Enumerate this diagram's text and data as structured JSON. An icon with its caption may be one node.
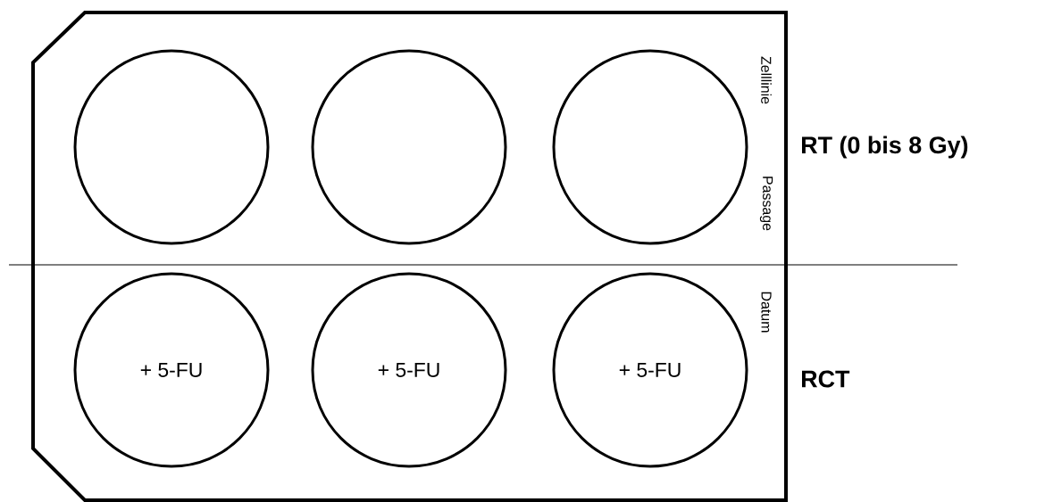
{
  "diagram": {
    "nodes": [
      {
        "text": [
          "Zelllinie",
          "Passage",
          "Datum"
        ]
      },
      {
        "text": [],
        "shape": "circle",
        "in": 0
      },
      {
        "text": [],
        "shape": "circle",
        "in": 0
      },
      {
        "text": [],
        "shape": "circle",
        "in": 0
      },
      {
        "text": [
          "+ 5-FU"
        ],
        "in": 0
      },
      {
        "text": [
          "+ 5-FU"
        ],
        "in": 0
      },
      {
        "text": [
          "+ 5-FU"
        ],
        "in": 0
      }
    ],
    "labels": [
      "RT (0 bis 8 Gy)",
      "RCT"
    ]
  }
}
